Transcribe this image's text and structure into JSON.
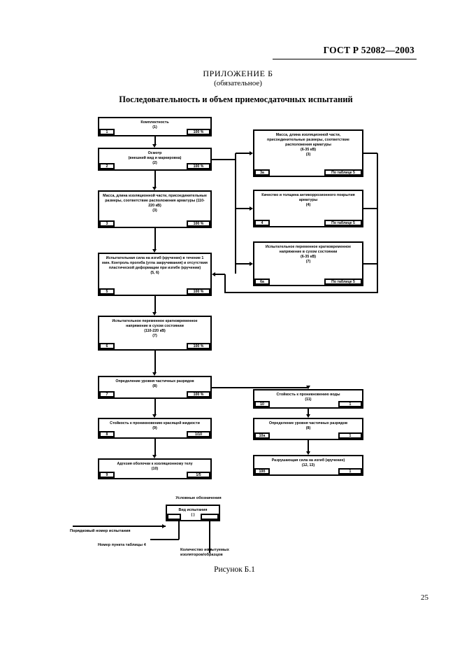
{
  "document": {
    "standard_header": "ГОСТ Р 52082—2003",
    "annex_label": "ПРИЛОЖЕНИЕ Б",
    "annex_kind": "(обязательное)",
    "figure_title": "Последовательность и объем приемосдаточных испытаний",
    "figure_caption": "Рисунок Б.1",
    "page_number": "25"
  },
  "flowchart": {
    "main_column": [
      {
        "num": "1",
        "text": "Комплектность",
        "code": "(1)",
        "qty": "100 %"
      },
      {
        "num": "2",
        "text": "Осмотр\n(внешний вид и маркировка)",
        "code": "(2)",
        "qty": "100 %"
      },
      {
        "num": "3",
        "text": "Масса, длина изоляционной части, присоединительные размеры, соответствие расположения арматуры (110-220 кВ)",
        "code": "(3)",
        "qty": "100 %"
      },
      {
        "num": "5",
        "text": "Испытательная сила на изгиб (кручение) в течение 1 мин. Контроль прогиба (угла закручивания) и отсутствия пластической деформации при изгибе (кручении)",
        "code": "(5, 6)",
        "qty": "100 %"
      },
      {
        "num": "6",
        "text": "Испытательное переменное кратковременное напряжение в сухом состоянии\n(110-220 кВ)",
        "code": "(7)",
        "qty": "100 %"
      },
      {
        "num": "7",
        "text": "Определение уровня частичных разрядов",
        "code": "(8)",
        "qty": "100 %"
      },
      {
        "num": "8",
        "text": "Стойкость к проникновению красящей жидкости",
        "code": "(9)",
        "qty": "1/10"
      },
      {
        "num": "9",
        "text": "Адгезия оболочки к изоляционному телу",
        "code": "(10)",
        "qty": "1/5"
      }
    ],
    "right_column_upper": [
      {
        "num": "3а",
        "text": "Масса, длина изоляционной части, присоединительные размеры, соответствие расположения арматуры\n(6-35 кВ)",
        "code": "(3)",
        "qty": "По таблице 5"
      },
      {
        "num": "4",
        "text": "Качество и толщина антикоррозионного покрытия арматуры",
        "code": "(4)",
        "qty": "По таблице 5"
      },
      {
        "num": "6а",
        "text": "Испытательное переменное кратковременное напряжение в сухом состоянии\n(6-35 кВ)",
        "code": "(7)",
        "qty": "По таблице 5"
      }
    ],
    "right_column_lower": [
      {
        "num": "10",
        "text": "Стойкость к проникновению воды",
        "code": "(11)",
        "qty": "1"
      },
      {
        "num": "10а",
        "text": "Определение уровня частичных разрядов",
        "code": "(8)",
        "qty": "1"
      },
      {
        "num": "10б",
        "text": "Разрушающая сила на изгиб (кручение)",
        "code": "(12, 13)",
        "qty": "1"
      }
    ]
  },
  "legend": {
    "title": "Условные обозначения",
    "sample_box": {
      "text": "Вид испытания",
      "code": "( )",
      "num": "",
      "qty": ""
    },
    "label_order_number": "Порядковый номер испытания",
    "label_table_item": "Номер пункта таблицы 4",
    "label_quantity": "Количество испытуемых\nизоляторов/образцов"
  }
}
